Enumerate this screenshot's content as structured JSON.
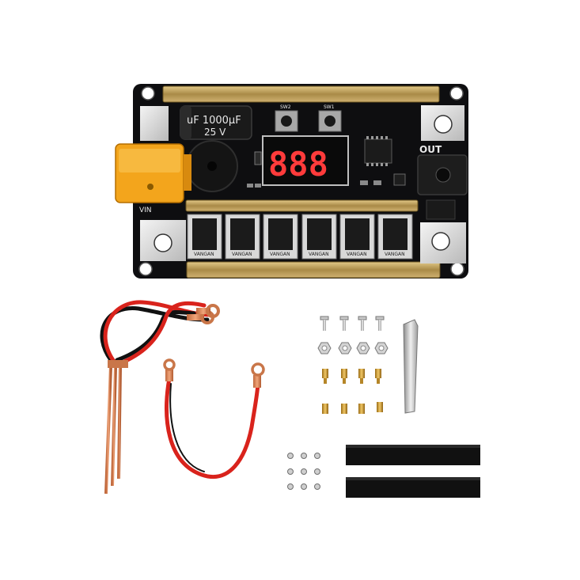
{
  "board": {
    "capacitor_label": "uF 1000μF",
    "capacitor_voltage": "25 V",
    "display_digits": "888",
    "out_label": "OUT",
    "vin_label": "VIN",
    "sw_left": "SW2",
    "sw_right": "SW1"
  },
  "mosfets": [
    "VANGAN",
    "VANGAN",
    "VANGAN",
    "VANGAN",
    "VANGAN",
    "VANGAN"
  ],
  "accessories": [
    "cable-pair-red-black",
    "welding-pens",
    "red-black-cable",
    "bolts",
    "nuts",
    "brass-standoffs",
    "metal-clip",
    "small-screws",
    "heat-shrink-tubes"
  ],
  "colors": {
    "pcb": "#0e0e10",
    "copper_bar": "#b89a5a",
    "xt60": "#f3a51c",
    "display_red": "#ff3b3b",
    "wire_red": "#d9231c",
    "wire_black": "#111111"
  }
}
